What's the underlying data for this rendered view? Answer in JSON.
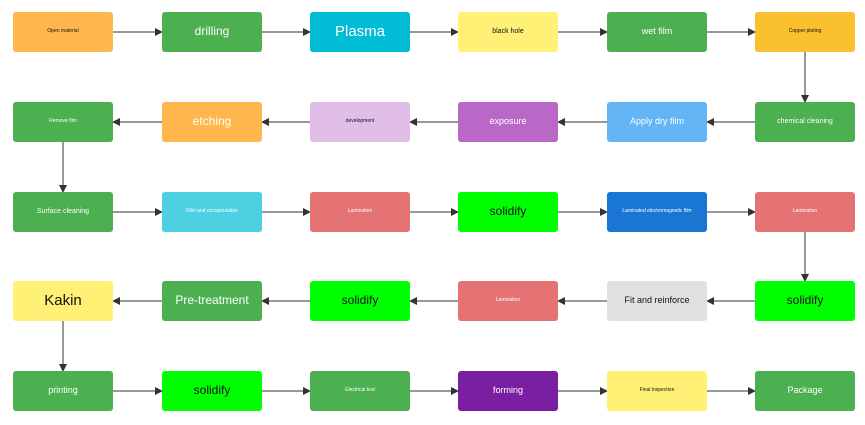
{
  "colors": {
    "orange": "#ffb74d",
    "green": "#4caf50",
    "cyan": "#00bcd4",
    "yellow": "#fff176",
    "amber": "#fbc02d",
    "lavender": "#e1bee7",
    "purple": "#ba68c8",
    "lightblue": "#64b5f6",
    "teal": "#4dd0e1",
    "red": "#e57373",
    "lime": "#00ff00",
    "blue": "#1976d2",
    "grey": "#e0e0e0",
    "violet": "#7b1fa2",
    "arrow": "#333333"
  },
  "nodes": [
    {
      "id": "open-material",
      "label": "Open material",
      "color": "orange"
    },
    {
      "id": "drilling",
      "label": "drilling",
      "color": "green"
    },
    {
      "id": "plasma",
      "label": "Plasma",
      "color": "cyan"
    },
    {
      "id": "black-hole",
      "label": "black hole",
      "color": "yellow"
    },
    {
      "id": "wet-film",
      "label": "wet film",
      "color": "green"
    },
    {
      "id": "copper-plating",
      "label": "Copper plating",
      "color": "amber"
    },
    {
      "id": "remove-film",
      "label": "Remove film",
      "color": "green"
    },
    {
      "id": "etching",
      "label": "etching",
      "color": "orange"
    },
    {
      "id": "development",
      "label": "development",
      "color": "lavender"
    },
    {
      "id": "exposure",
      "label": "exposure",
      "color": "purple"
    },
    {
      "id": "apply-dry-film",
      "label": "Apply dry film",
      "color": "lightblue"
    },
    {
      "id": "chemical-cleaning",
      "label": "chemical cleaning",
      "color": "green"
    },
    {
      "id": "surface-cleaning",
      "label": "Surface cleaning",
      "color": "green"
    },
    {
      "id": "film-encapsulation",
      "label": "Film and encapsulation",
      "color": "teal"
    },
    {
      "id": "lamination-1",
      "label": "Lamination",
      "color": "red"
    },
    {
      "id": "solidify-1",
      "label": "solidify",
      "color": "lime"
    },
    {
      "id": "laminated-em-film",
      "label": "Laminated electromagnetic film",
      "color": "blue"
    },
    {
      "id": "lamination-2",
      "label": "Lamination",
      "color": "red"
    },
    {
      "id": "kakin",
      "label": "Kakin",
      "color": "yellow"
    },
    {
      "id": "pre-treatment",
      "label": "Pre-treatment",
      "color": "green"
    },
    {
      "id": "solidify-2",
      "label": "solidify",
      "color": "lime"
    },
    {
      "id": "lamination-3",
      "label": "Lamination",
      "color": "red"
    },
    {
      "id": "fit-reinforce",
      "label": "Fit and reinforce",
      "color": "grey"
    },
    {
      "id": "solidify-3",
      "label": "solidify",
      "color": "lime"
    },
    {
      "id": "printing",
      "label": "printing",
      "color": "green"
    },
    {
      "id": "solidify-4",
      "label": "solidify",
      "color": "lime"
    },
    {
      "id": "electrical-test",
      "label": "Electrical test",
      "color": "green"
    },
    {
      "id": "forming",
      "label": "forming",
      "color": "violet"
    },
    {
      "id": "final-inspection",
      "label": "Final inspection",
      "color": "yellow"
    },
    {
      "id": "package",
      "label": "Package",
      "color": "green"
    }
  ],
  "edges": [
    [
      "open-material",
      "drilling"
    ],
    [
      "drilling",
      "plasma"
    ],
    [
      "plasma",
      "black-hole"
    ],
    [
      "black-hole",
      "wet-film"
    ],
    [
      "wet-film",
      "copper-plating"
    ],
    [
      "copper-plating",
      "chemical-cleaning"
    ],
    [
      "chemical-cleaning",
      "apply-dry-film"
    ],
    [
      "apply-dry-film",
      "exposure"
    ],
    [
      "exposure",
      "development"
    ],
    [
      "development",
      "etching"
    ],
    [
      "etching",
      "remove-film"
    ],
    [
      "remove-film",
      "surface-cleaning"
    ],
    [
      "surface-cleaning",
      "film-encapsulation"
    ],
    [
      "film-encapsulation",
      "lamination-1"
    ],
    [
      "lamination-1",
      "solidify-1"
    ],
    [
      "solidify-1",
      "laminated-em-film"
    ],
    [
      "laminated-em-film",
      "lamination-2"
    ],
    [
      "lamination-2",
      "solidify-3"
    ],
    [
      "solidify-3",
      "fit-reinforce"
    ],
    [
      "fit-reinforce",
      "lamination-3"
    ],
    [
      "lamination-3",
      "solidify-2"
    ],
    [
      "solidify-2",
      "pre-treatment"
    ],
    [
      "pre-treatment",
      "kakin"
    ],
    [
      "kakin",
      "printing"
    ],
    [
      "printing",
      "solidify-4"
    ],
    [
      "solidify-4",
      "electrical-test"
    ],
    [
      "electrical-test",
      "forming"
    ],
    [
      "forming",
      "final-inspection"
    ],
    [
      "final-inspection",
      "package"
    ]
  ]
}
